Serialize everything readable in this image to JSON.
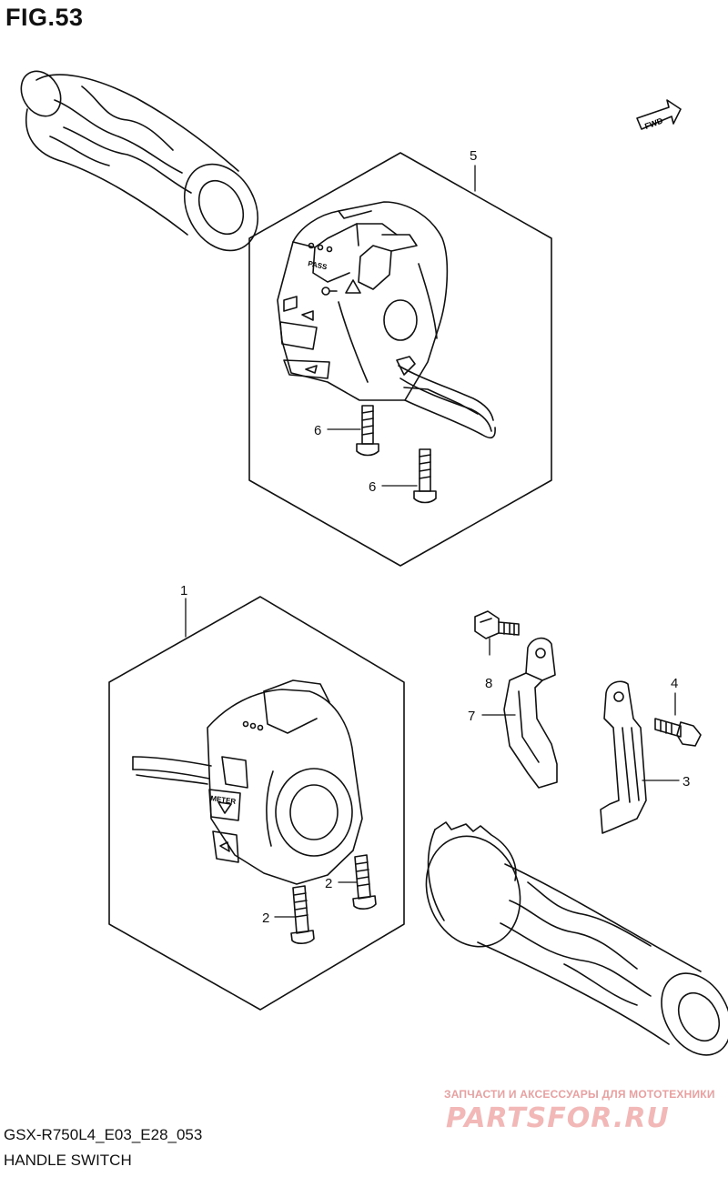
{
  "figure": {
    "title": "FIG.53"
  },
  "footer": {
    "model_code": "GSX-R750L4_E03_E28_053",
    "section_name": "HANDLE SWITCH"
  },
  "watermark": {
    "caption": "ЗАПЧАСТИ И АКСЕССУАРЫ ДЛЯ МОТОТЕХНИКИ",
    "logo": "PARTSFOR.RU"
  },
  "direction_arrow": {
    "label": "FWD"
  },
  "switch_labels": {
    "pass": "PASS",
    "meter": "METER"
  },
  "callouts": [
    {
      "number": "5"
    },
    {
      "number": "6"
    },
    {
      "number": "6"
    },
    {
      "number": "1"
    },
    {
      "number": "8"
    },
    {
      "number": "7"
    },
    {
      "number": "4"
    },
    {
      "number": "3"
    },
    {
      "number": "2"
    },
    {
      "number": "2"
    }
  ]
}
